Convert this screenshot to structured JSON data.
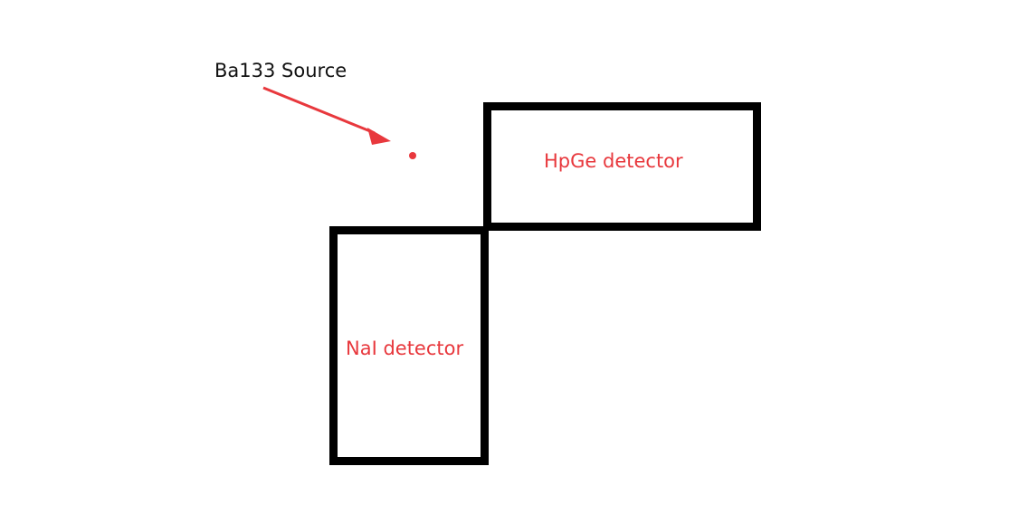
{
  "diagram": {
    "source_label": "Ba133 Source",
    "hpge_label": "HpGe detector",
    "nai_label": "NaI detector"
  },
  "colors": {
    "background": "#ffffff",
    "outline": "#000000",
    "label_red": "#e8383d",
    "arrow_red": "#e8383d",
    "source_dot": "#e8383d",
    "text_black": "#111111"
  }
}
